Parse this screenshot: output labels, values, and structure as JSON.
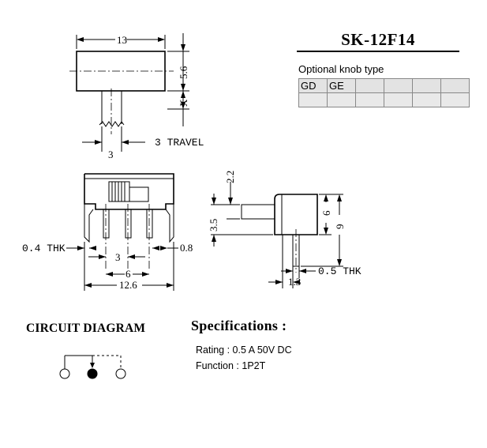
{
  "model": "SK-12F14",
  "knob": {
    "label": "Optional knob type",
    "rows": [
      [
        "GD",
        "GE",
        "",
        "",
        "",
        ""
      ],
      [
        "",
        "",
        "",
        "",
        "",
        ""
      ]
    ]
  },
  "dimensions": {
    "top_width": "13",
    "top_height": "5.6",
    "knob_travel_x": "X",
    "knob_width": "3",
    "travel": "3 TRAVEL",
    "thk_04": "0.4 THK",
    "pin_pitch": "3",
    "outer_pitch": "6",
    "total_width": "12.6",
    "pin_gap": "0.8",
    "side_22": "2.2",
    "side_35": "3.5",
    "side_6": "6",
    "side_9": "9",
    "side_13": "1.3",
    "thk_05": "0.5 THK"
  },
  "circuit": {
    "title": "CIRCUIT DIAGRAM"
  },
  "specs": {
    "title": "Specifications :",
    "rating": "Rating : 0.5 A 50V DC",
    "function": "Function : 1P2T"
  }
}
